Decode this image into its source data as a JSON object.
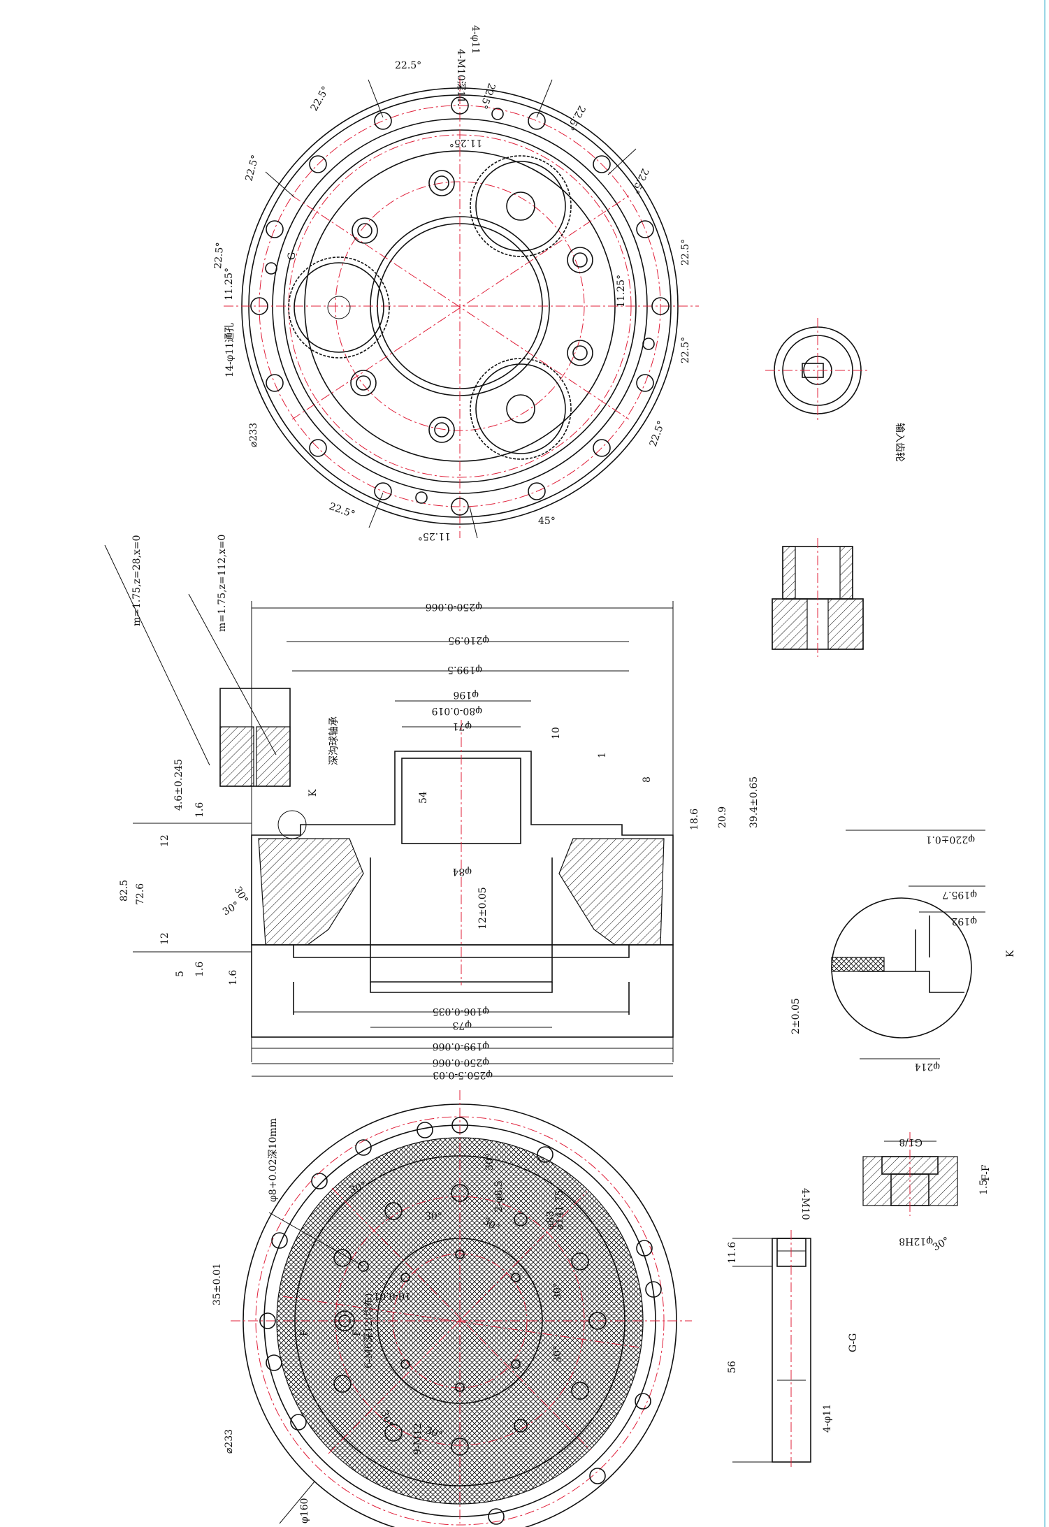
{
  "colors": {
    "line": "#111111",
    "centerline": "#e0203a",
    "edge": "#9ad6e6"
  },
  "top_view": {
    "holes_4": "4-M10深11.",
    "holes_4b": "4-φ11",
    "holes_14": "14-φ11通孔",
    "dia": "⌀233",
    "angles": [
      "22.5°",
      "22.5°",
      "22.5°",
      "22.5°",
      "22.5°",
      "22.5°",
      "22.5°",
      "22.5°",
      "22.5°",
      "22.5°",
      "45°",
      "22.5°"
    ],
    "offsets": [
      "11.25°",
      "11.25°",
      "11.25°",
      "11.25°"
    ],
    "section_g": "G"
  },
  "input_gear_label": "输入齿轮",
  "section_view": {
    "gear1": "m=1.75,z=28,x=0",
    "gear2": "m=1.75,z=112,x=0",
    "bearing": "深沟球轴承",
    "diameters_top": [
      "φ250-0.066",
      "φ210.95",
      "φ199.5",
      "φ196",
      "φ80-0.019",
      "φ71"
    ],
    "diameters_bottom": [
      "φ84",
      "φ73",
      "φ106-0.035",
      "φ199-0.066",
      "φ250-0.066",
      "φ250.5-0.03"
    ],
    "heights": [
      "4.6±0.245",
      "1.6",
      "12",
      "82.5",
      "72.6",
      "12",
      "5",
      "1.6",
      "1.6"
    ],
    "right_dims": [
      "10",
      "1",
      "8",
      "18.6",
      "20.9",
      "39.4±0.65"
    ],
    "mid_dims": [
      "54",
      "12±0.05"
    ],
    "angles": [
      "30°",
      "30°"
    ],
    "detail_k_mark": "K"
  },
  "detail_k": {
    "title": "K",
    "dims": [
      "φ220±0.1",
      "φ195.7",
      "φ192",
      "φ214",
      "2±0.05"
    ]
  },
  "bottom_view": {
    "fit": "φ8+0.02深10mm",
    "pin": "2-φ8.5",
    "d141": "⌀141.75",
    "d83": "φ83",
    "d35": "35±0.01",
    "m6": "6-M6深12(均布)",
    "m12": "9-M12",
    "d233": "⌀233",
    "d160": "φ160",
    "angles": [
      "30°",
      "30°",
      "30°",
      "30°",
      "30°",
      "30°",
      "30°",
      "30°"
    ],
    "section_f": "F",
    "small_fit": "10-0.01"
  },
  "section_ff": {
    "title": "F-F",
    "thread": "G1/8",
    "dim": "1.5",
    "hole": "φ12H8",
    "angle": "30°"
  },
  "section_gg": {
    "title": "G-G",
    "thread": "4-M10",
    "depth": "11.6",
    "length": "56",
    "hole": "4-φ11"
  }
}
